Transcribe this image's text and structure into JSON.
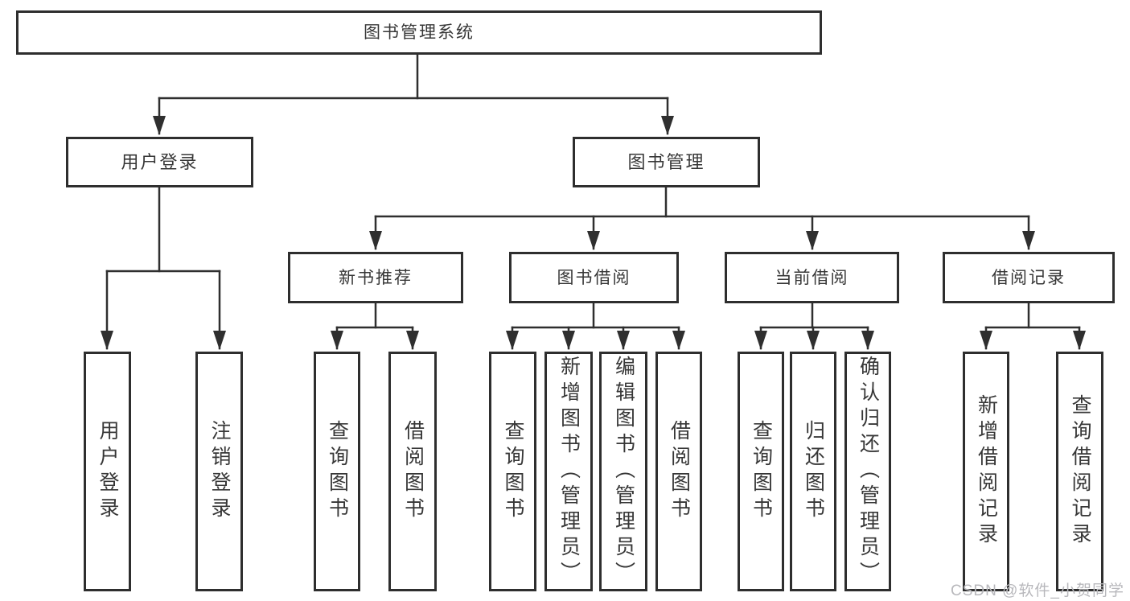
{
  "tree": {
    "root": "图书管理系统",
    "branches": [
      {
        "label": "用户登录",
        "children": [
          "用户登录",
          "注销登录"
        ]
      },
      {
        "label": "图书管理",
        "groups": [
          {
            "label": "新书推荐",
            "children": [
              "查询图书",
              "借阅图书"
            ]
          },
          {
            "label": "图书借阅",
            "children": [
              "查询图书",
              "新增图书（管理员）",
              "编辑图书（管理员）",
              "借阅图书"
            ]
          },
          {
            "label": "当前借阅",
            "children": [
              "查询图书",
              "归还图书",
              "确认归还（管理员）"
            ]
          },
          {
            "label": "借阅记录",
            "children": [
              "新增借阅记录",
              "查询借阅记录"
            ]
          }
        ]
      }
    ]
  },
  "watermark": {
    "text": "CSDN @软件_小贺同学"
  },
  "colors": {
    "line": "#2f2f2f",
    "border": "#2e2e2e",
    "text": "#373737",
    "watermark": "#b8b8bc",
    "background": "#ffffff"
  }
}
